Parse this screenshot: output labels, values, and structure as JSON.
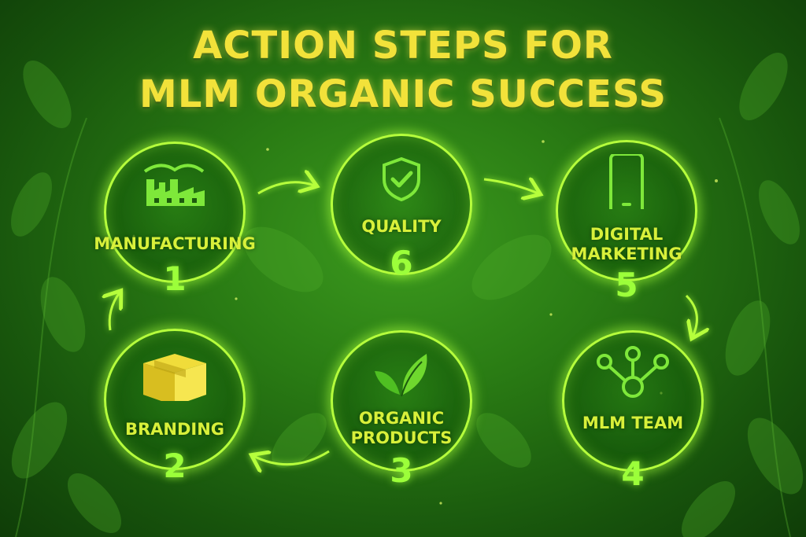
{
  "title": {
    "line1": "ACTION STEPS FOR",
    "line2": "MLM ORGANIC SUCCESS"
  },
  "steps": [
    {
      "label": "MANUFACTURING",
      "number": "1",
      "icon": "factory-icon"
    },
    {
      "label": "BRANDING",
      "number": "2",
      "icon": "box-icon"
    },
    {
      "label": "ORGANIC PRODUCTS",
      "number": "3",
      "icon": "leaf-icon"
    },
    {
      "label": "MLM TEAM",
      "number": "4",
      "icon": "network-icon"
    },
    {
      "label": "DIGITAL MARKETING",
      "number": "5",
      "icon": "smartphone-icon"
    },
    {
      "label": "QUALITY",
      "number": "6",
      "icon": "shield-check-icon"
    }
  ],
  "colors": {
    "background": "#2a7c14",
    "title": "#f2e23a",
    "ring": "#b6ff3c",
    "number": "#9cff3a",
    "label": "#d8f03a"
  }
}
